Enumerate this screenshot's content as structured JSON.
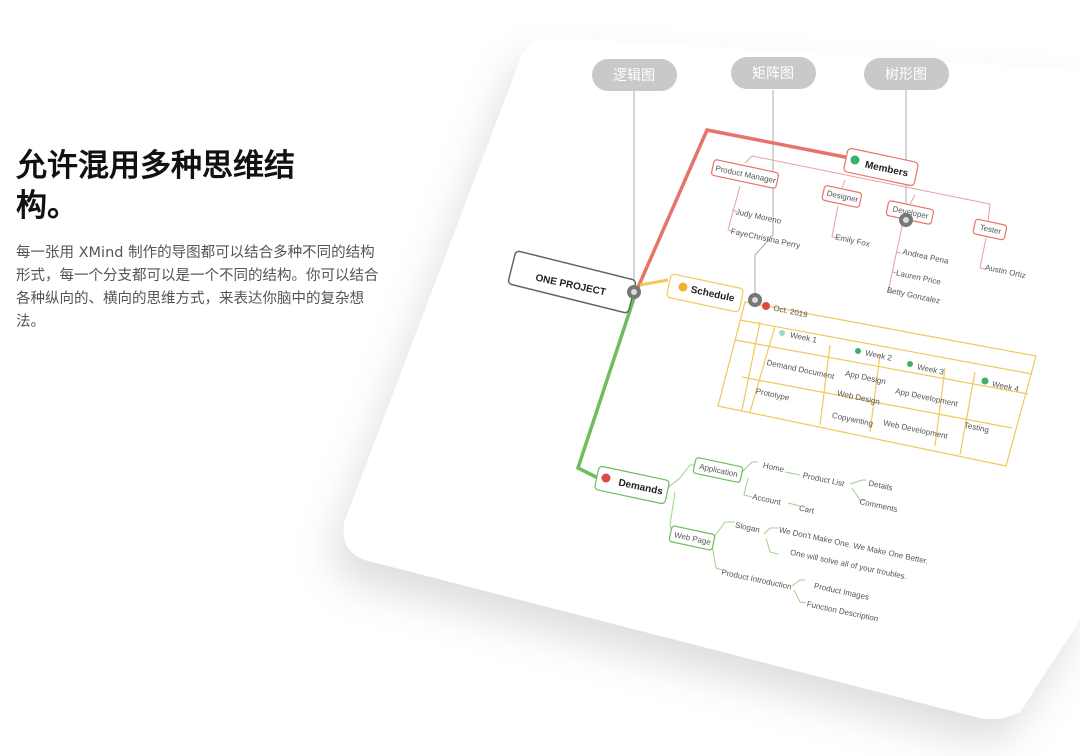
{
  "feature": {
    "title": "允许混用多种思维结构。",
    "description": "每一张用 XMind 制作的导图都可以结合多种不同的结构形式，每一个分支都可以是一个不同的结构。你可以结合各种纵向的、横向的思维方式，来表达你脑中的复杂想法。"
  },
  "callouts": [
    "逻辑图",
    "矩阵图",
    "树形图"
  ],
  "mindmap": {
    "root": "ONE PROJECT",
    "members": {
      "label": "Members",
      "roles": [
        "Product Manager",
        "Designer",
        "Developer",
        "Tester"
      ],
      "names": [
        "Judy Moreno",
        "FayeChristina Perry",
        "Emily Fox",
        "Andrea Pena",
        "Lauren Price",
        "Betty Gonzalez",
        "Austin Ortiz"
      ]
    },
    "schedule": {
      "label": "Schedule",
      "month": "Oct. 2019",
      "weeks": [
        "Week 1",
        "Week 2",
        "Week 3",
        "Week 4"
      ],
      "tasks": [
        "Demand Document",
        "Prototype",
        "App Design",
        "Web Design",
        "Copywriting",
        "App Development",
        "Web Development",
        "Testing"
      ]
    },
    "demands": {
      "label": "Demands",
      "application": "Application",
      "web_page": "Web Page",
      "items": [
        "Home",
        "Product List",
        "Details",
        "Comments",
        "Account",
        "Cart",
        "Slogan",
        "We Don't Make One. We Make One Better.",
        "One will solve all of your troubles.",
        "Product Introduction",
        "Product Images",
        "Function Description"
      ]
    }
  },
  "colors": {
    "members": "#e8736b",
    "schedule": "#f0c95a",
    "demands": "#6cbf5a",
    "callout": "#c9c9c9"
  }
}
